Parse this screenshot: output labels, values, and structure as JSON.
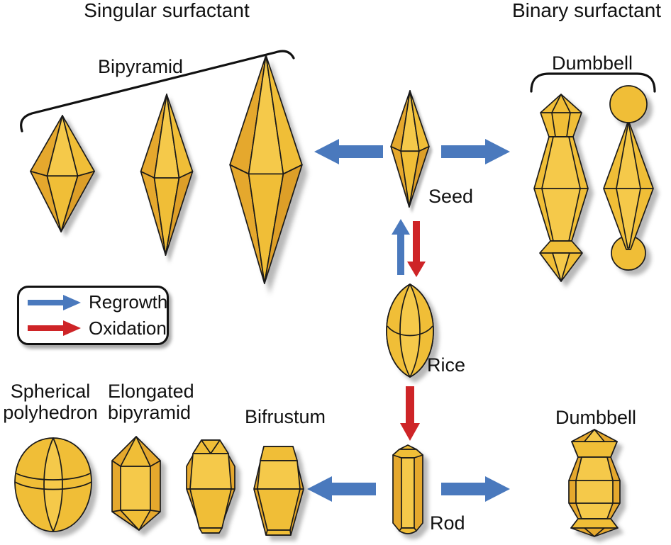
{
  "colors": {
    "background": "#FFFFFF",
    "text": "#111111",
    "outline": "#1A1A1A",
    "gold_light": "#F5C94A",
    "gold_mid": "#F0BE37",
    "gold_dark": "#E5A82D",
    "gold_deep": "#DD9F28",
    "arrow_blue": "#4A79BD",
    "arrow_red": "#CE2427"
  },
  "headings": {
    "left": "Singular surfactant",
    "right": "Binary surfactant"
  },
  "labels": {
    "bipyramid": "Bipyramid",
    "dumbbell_top": "Dumbbell",
    "dumbbell_bottom": "Dumbbell",
    "seed": "Seed",
    "rice": "Rice",
    "rod": "Rod",
    "spherical_polyhedron_line1": "Spherical",
    "spherical_polyhedron_line2": "polyhedron",
    "elongated_bipyramid_line1": "Elongated",
    "elongated_bipyramid_line2": "bipyramid",
    "bifrustum": "Bifrustum"
  },
  "legend": {
    "items": [
      {
        "label": "Regrowth",
        "color": "#4A79BD"
      },
      {
        "label": "Oxidation",
        "color": "#CE2427"
      }
    ]
  }
}
